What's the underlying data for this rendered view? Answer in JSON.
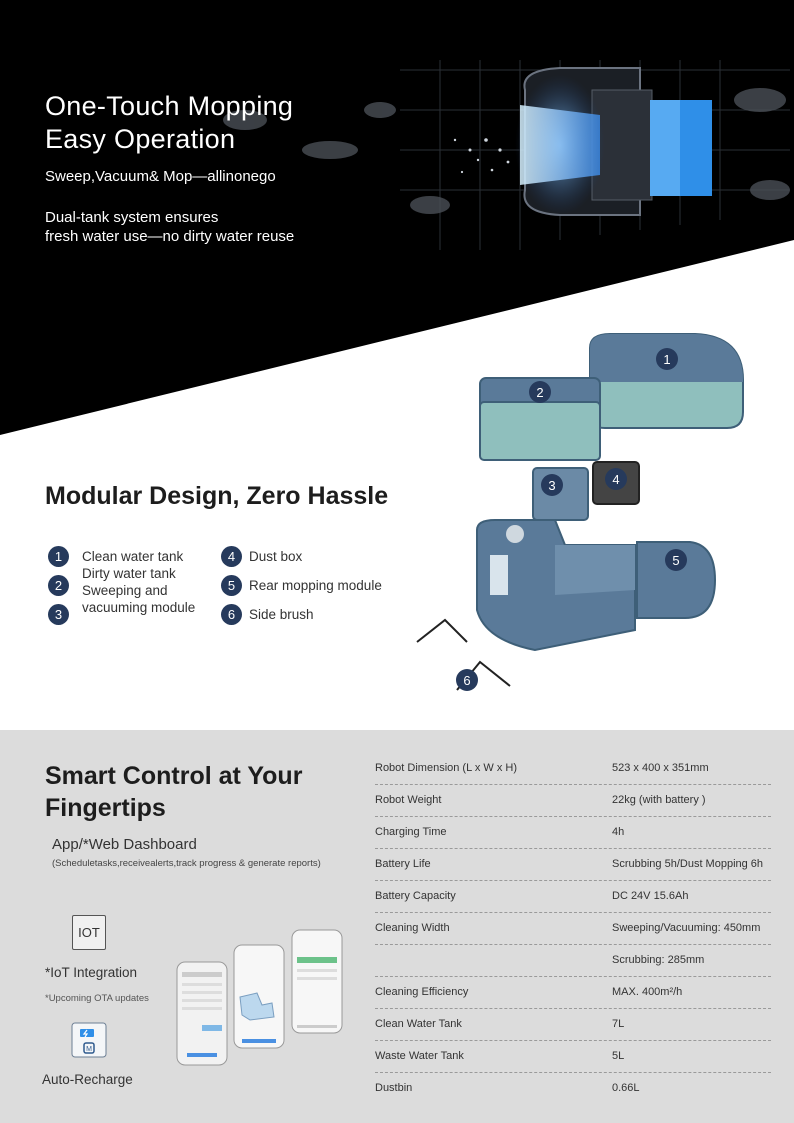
{
  "hero": {
    "title_line1": "One-Touch Mopping",
    "title_line2": "Easy Operation",
    "subtitle": "Sweep,Vacuum& Mop—allinonego",
    "desc_line1": "Dual-tank system ensures",
    "desc_line2": "fresh water use—no dirty water reuse"
  },
  "modular": {
    "title": "Modular Design, Zero Hassle",
    "items": [
      {
        "num": "1",
        "label": "Clean water tank"
      },
      {
        "num": "2",
        "label": "Dirty water tank"
      },
      {
        "num": "3",
        "label": "Sweeping and"
      },
      {
        "num": "4",
        "label": "Dust box"
      },
      {
        "num": "5",
        "label": "Rear mopping module"
      },
      {
        "num": "6",
        "label": "Side brush"
      }
    ],
    "item3_line2": "vacuuming module"
  },
  "smart": {
    "title": "Smart Control at Your Fingertips",
    "app_label": "App/*Web Dashboard",
    "app_note": "(Scheduletasks,receivealerts,track progress & generate reports)",
    "iot_box": "IOT",
    "iot_label": "*IoT Integration",
    "ota_note": "*Upcoming OTA updates",
    "charge_label": "Auto-Recharge"
  },
  "specs": [
    {
      "k": "Robot Dimension (L x W x H)",
      "v": "523 x 400 x 351mm"
    },
    {
      "k": "Robot Weight",
      "v": "22kg (with battery )"
    },
    {
      "k": "Charging Time",
      "v": "4h"
    },
    {
      "k": "Battery Life",
      "v": "Scrubbing 5h/Dust Mopping 6h"
    },
    {
      "k": "Battery Capacity",
      "v": "DC 24V 15.6Ah"
    },
    {
      "k": "Cleaning Width",
      "v": "Sweeping/Vacuuming: 450mm"
    },
    {
      "k": "",
      "v": "Scrubbing: 285mm"
    },
    {
      "k": "Cleaning Efficiency",
      "v": "MAX. 400m²/h"
    },
    {
      "k": "Clean Water Tank",
      "v": "7L"
    },
    {
      "k": "Waste Water Tank",
      "v": "5L"
    },
    {
      "k": "Dustbin",
      "v": "0.66L"
    }
  ],
  "colors": {
    "hero_bg": "#000000",
    "badge": "#263a5c",
    "robot_body": "#5a7a99",
    "tank_teal": "#8fbfbd",
    "spec_bg": "#dcdcdc"
  }
}
